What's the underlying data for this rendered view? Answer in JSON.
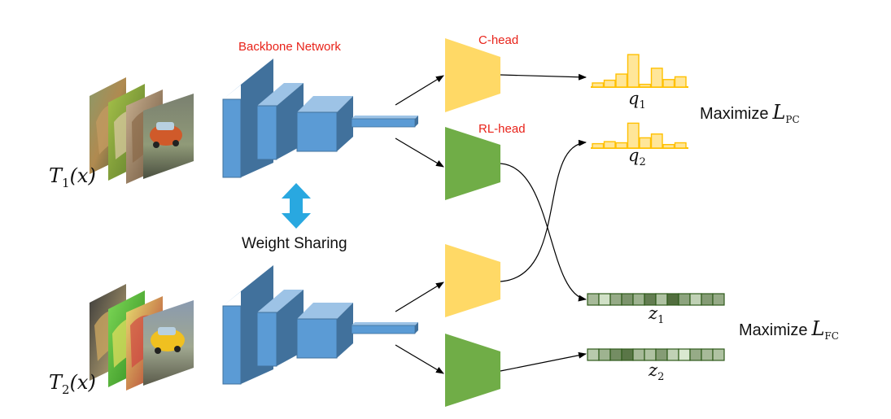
{
  "labels": {
    "backbone": "Backbone Network",
    "c_head": "C-head",
    "rl_head": "RL-head",
    "weight_sharing": "Weight Sharing"
  },
  "inputs": {
    "t1_func": "T",
    "t1_sub": "1",
    "t1_arg": "(x)",
    "t2_func": "T",
    "t2_sub": "2",
    "t2_arg": "(x)"
  },
  "outputs": {
    "q1_var": "q",
    "q1_sub": "1",
    "q2_var": "q",
    "q2_sub": "2",
    "z1_var": "z",
    "z1_sub": "1",
    "z2_var": "z",
    "z2_sub": "2"
  },
  "losses": {
    "pc_word": "Maximize",
    "pc_symbol": "L",
    "pc_sub": "PC",
    "fc_word": "Maximize",
    "fc_symbol": "L",
    "fc_sub": "FC"
  },
  "colors": {
    "backbone_blue": "#5b9bd5",
    "c_head_yellow": "#ffd966",
    "rl_head_green": "#70ad47",
    "histogram_gold": "#ffc000",
    "arrow_cyan": "#29a8e0",
    "label_red": "#e8231a"
  },
  "histograms": {
    "q1": [
      0.12,
      0.2,
      0.38,
      0.95,
      0.08,
      0.55,
      0.22,
      0.3
    ],
    "q2": [
      0.15,
      0.22,
      0.18,
      0.85,
      0.35,
      0.48,
      0.12,
      0.18
    ]
  },
  "feature_vectors": {
    "z1": [
      0.35,
      0.1,
      0.45,
      0.6,
      0.4,
      0.75,
      0.3,
      0.85,
      0.5,
      0.2,
      0.55,
      0.45
    ],
    "z2": [
      0.25,
      0.4,
      0.65,
      0.8,
      0.35,
      0.3,
      0.55,
      0.2,
      0.05,
      0.45,
      0.35,
      0.3
    ]
  }
}
